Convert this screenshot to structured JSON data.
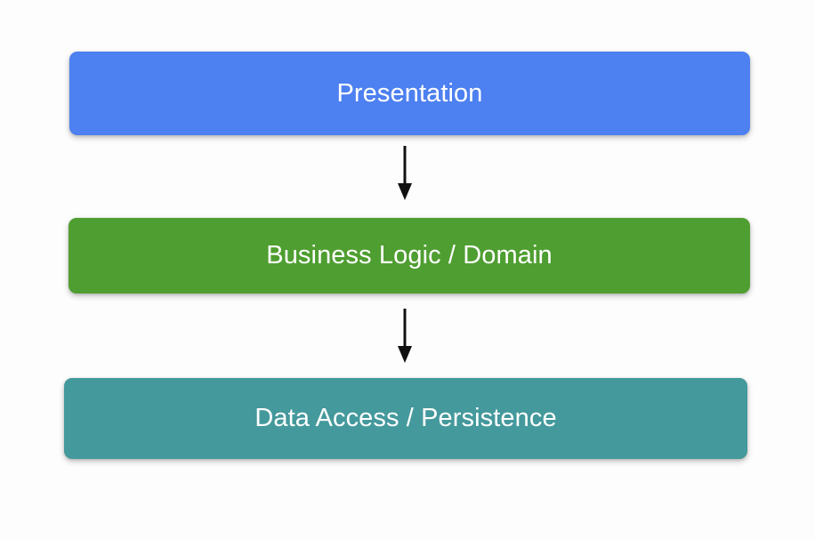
{
  "diagram": {
    "type": "layered-architecture",
    "title": "",
    "background_color": "#fdfdfd",
    "layers": [
      {
        "id": "presentation",
        "label": "Presentation",
        "color": "#4d80f0",
        "text_color": "#ffffff",
        "order": 1
      },
      {
        "id": "business-logic",
        "label": "Business Logic / Domain",
        "color": "#4f9e31",
        "text_color": "#ffffff",
        "order": 2
      },
      {
        "id": "data-access",
        "label": "Data Access / Persistence",
        "color": "#44999c",
        "text_color": "#ffffff",
        "order": 3
      }
    ],
    "connectors": [
      {
        "id": "presentation-to-business",
        "from": "presentation",
        "to": "business-logic",
        "style": "solid-arrow-down",
        "color": "#111111"
      },
      {
        "id": "business-to-data",
        "from": "business-logic",
        "to": "data-access",
        "style": "solid-arrow-down",
        "color": "#111111"
      }
    ]
  }
}
